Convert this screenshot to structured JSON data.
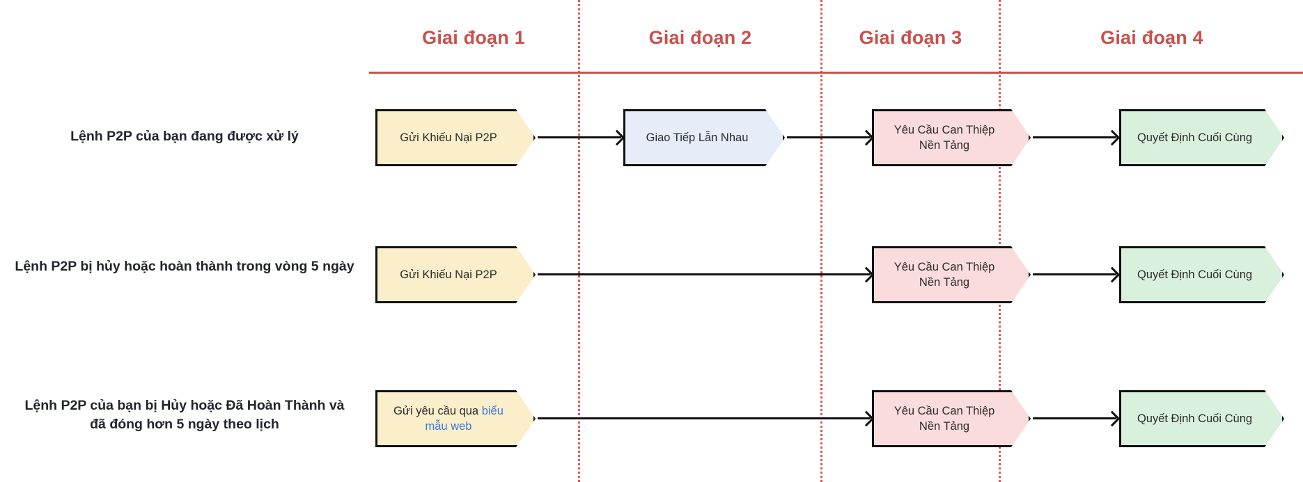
{
  "diagram": {
    "title_color": "#cb4f4c",
    "background": "#ffffff",
    "stages": [
      {
        "label": "Giai đoạn 1"
      },
      {
        "label": "Giai đoạn 2"
      },
      {
        "label": "Giai đoạn 3"
      },
      {
        "label": "Giai đoạn 4"
      }
    ],
    "rows": [
      {
        "label": "Lệnh P2P của bạn đang được xử lý",
        "nodes": {
          "stage1": {
            "text": "Gửi Khiếu Nại P2P",
            "color": "#fbeeca",
            "shape": "chevron"
          },
          "stage2": {
            "text": "Giao Tiếp Lẫn Nhau",
            "color": "#e6ecf8",
            "shape": "chevron"
          },
          "stage3": {
            "text": "Yêu Cầu Can Thiệp Nền Tảng",
            "color": "#fbdcdc",
            "shape": "chevron"
          },
          "stage4": {
            "text": "Quyết Định Cuối Cùng",
            "color": "#d9f0dd",
            "shape": "chevron"
          }
        }
      },
      {
        "label": "Lệnh P2P bị hủy hoặc hoàn thành trong vòng 5 ngày",
        "nodes": {
          "stage1": {
            "text": "Gửi Khiếu Nại P2P",
            "color": "#fbeeca",
            "shape": "chevron"
          },
          "stage3": {
            "text": "Yêu Cầu Can Thiệp Nền Tảng",
            "color": "#fbdcdc",
            "shape": "chevron"
          },
          "stage4": {
            "text": "Quyết Định Cuối Cùng",
            "color": "#d9f0dd",
            "shape": "chevron"
          }
        }
      },
      {
        "label": "Lệnh P2P của bạn bị Hủy hoặc Đã Hoàn Thành và đã đóng hơn 5 ngày theo lịch",
        "label_line1": "Lệnh P2P của bạn bị Hủy hoặc Đã Hoàn Thành và",
        "label_line2": "đã đóng hơn 5 ngày theo lịch",
        "nodes": {
          "stage1": {
            "text_before_link": "Gửi yêu cầu qua ",
            "link_text": "biểu mẫu web",
            "link_color": "#3c78d8",
            "color": "#fbeeca",
            "shape": "chevron"
          },
          "stage3": {
            "text": "Yêu Cầu Can Thiệp Nền Tảng",
            "color": "#fbdcdc",
            "shape": "chevron"
          },
          "stage4": {
            "text": "Quyết Định Cuối Cùng",
            "color": "#d9f0dd",
            "shape": "chevron"
          }
        }
      }
    ],
    "divider_color": "#e0565a",
    "node_border_color": "#111111",
    "connector_color": "#111111"
  }
}
